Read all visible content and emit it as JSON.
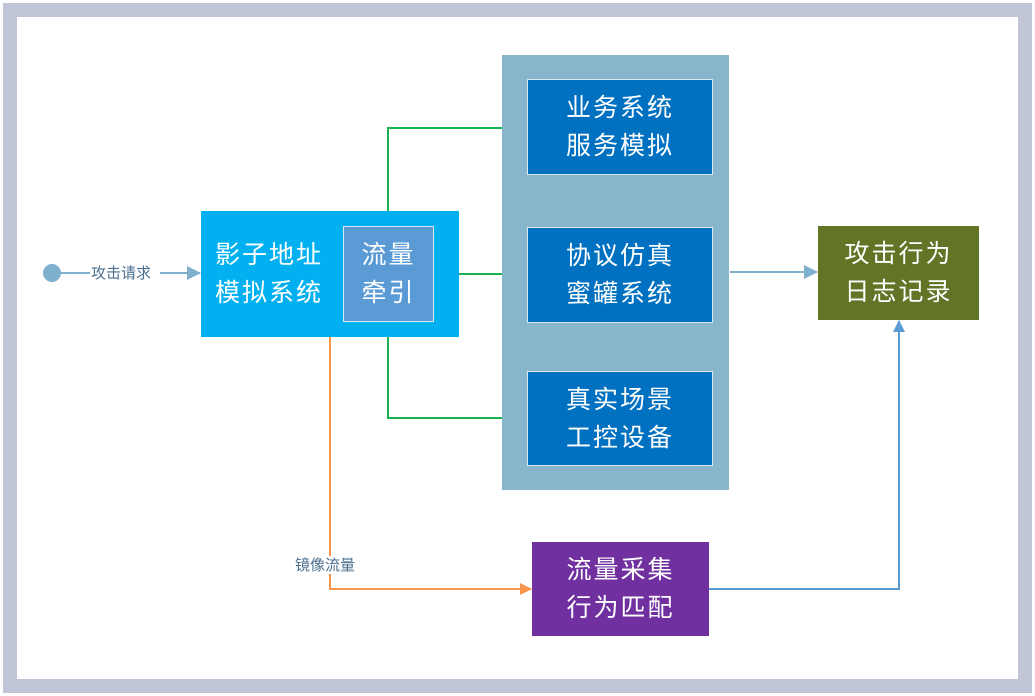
{
  "colors": {
    "frame": "#c0c6d6",
    "shadow_system": "#00b0f0",
    "traffic_redirect": "#5b9bd5",
    "honeypot_container": "#87b5cc",
    "honeypot_inner": "#0070c0",
    "log_box": "#627426",
    "traffic_capture": "#7030a0",
    "edge_green": "#18b350",
    "edge_orange": "#f7964a",
    "edge_lightblue": "#7fb1cf",
    "edge_blue": "#5b9bd5"
  },
  "nodes": {
    "start": {
      "label": "攻击请求"
    },
    "shadow_system": {
      "lines": [
        "影子地址",
        "模拟系统"
      ]
    },
    "traffic_redirect": {
      "lines": [
        "流量",
        "牵引"
      ]
    },
    "business_sim": {
      "lines": [
        "业务系统",
        "服务模拟"
      ]
    },
    "protocol_honeypot": {
      "lines": [
        "协议仿真",
        "蜜罐系统"
      ]
    },
    "real_scene": {
      "lines": [
        "真实场景",
        "工控设备"
      ]
    },
    "attack_log": {
      "lines": [
        "攻击行为",
        "日志记录"
      ]
    },
    "traffic_capture": {
      "lines": [
        "流量采集",
        "行为匹配"
      ]
    }
  },
  "edges": {
    "mirror_label": "镜像流量"
  }
}
